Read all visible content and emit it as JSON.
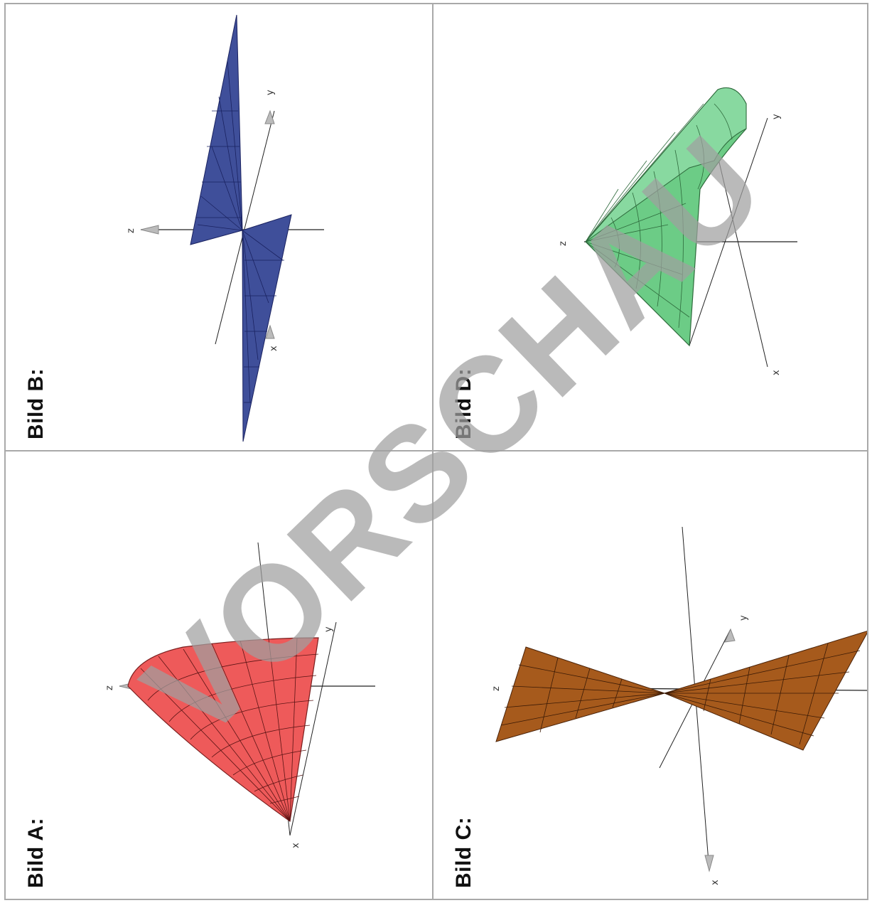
{
  "labels": {
    "bild_a": "Bild A:",
    "bild_b": "Bild B:",
    "bild_c": "Bild C:",
    "bild_d": "Bild D:"
  },
  "axes": {
    "x": "x",
    "y": "y",
    "z": "z"
  },
  "watermark": "VORSCHAU",
  "colors": {
    "bild_a_surface": "#ee5a5a",
    "bild_b_surface": "#3f4f9a",
    "bild_c_surface": "#a65a1c",
    "bild_d_surface": "#6ccc86",
    "grid_lines": "#a9a9a9"
  }
}
